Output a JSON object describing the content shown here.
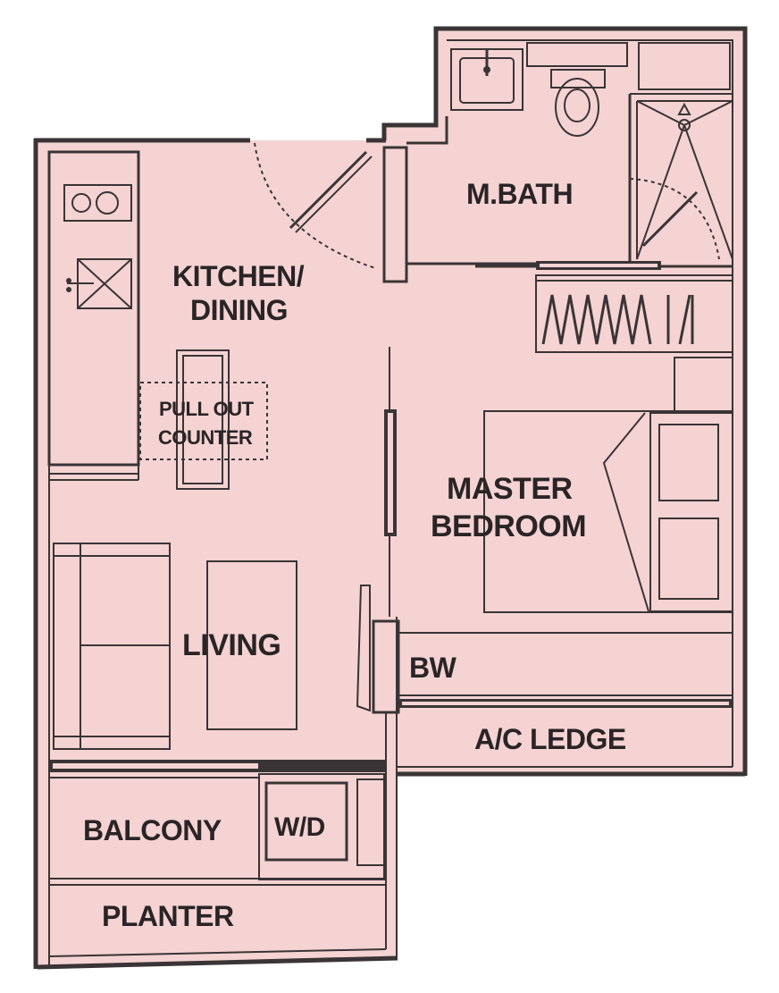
{
  "colors": {
    "floor": "#f5d3d3",
    "wall": "#3a3436",
    "background": "#ffffff"
  },
  "rooms": {
    "kitchen_line1": "KITCHEN/",
    "kitchen_line2": "DINING",
    "master_bath": "M.BATH",
    "master_bedroom_line1": "MASTER",
    "master_bedroom_line2": "BEDROOM",
    "living": "LIVING",
    "balcony": "BALCONY",
    "planter": "PLANTER",
    "ac_ledge": "A/C LEDGE"
  },
  "fixtures": {
    "pull_out_counter_line1": "PULL OUT",
    "pull_out_counter_line2": "COUNTER",
    "bay_window": "BW",
    "washer_dryer": "W/D"
  },
  "icons": {
    "hob": "hob-icon",
    "sink": "kitchen-sink-icon",
    "basin": "basin-icon",
    "toilet": "toilet-icon",
    "shower": "shower-icon",
    "wardrobe": "wardrobe-icon",
    "bed": "bed-icon",
    "sofa": "sofa-icon",
    "coffee_table": "coffee-table-icon",
    "door": "door-swing-icon"
  }
}
